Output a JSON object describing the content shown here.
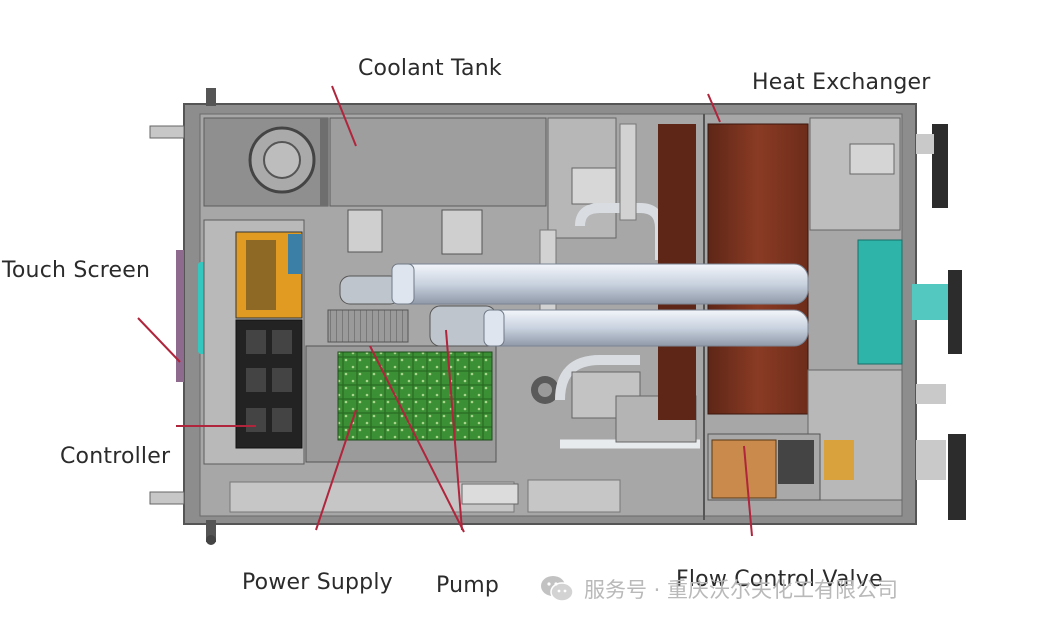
{
  "labels": {
    "coolant_tank": "Coolant Tank",
    "heat_exchanger": "Heat Exchanger",
    "touch_screen": "Touch Screen",
    "controller": "Controller",
    "power_supply": "Power Supply",
    "pump": "Pump",
    "flow_control_valve": "Flow Control Valve"
  },
  "watermark": {
    "text": "服务号 · 重庆沃尔夫化工有限公司",
    "icon": "wechat-icon"
  },
  "colors": {
    "chassis": "#8d8d8d",
    "panel": "#bdbdbd",
    "heat_exchanger": "#8a3b24",
    "pcb": "#2e7d2e",
    "controller_display": "#e19b22",
    "teal_module": "#2fb4aa",
    "valve": "#c98a4b",
    "leader_line": "#b0243c"
  }
}
